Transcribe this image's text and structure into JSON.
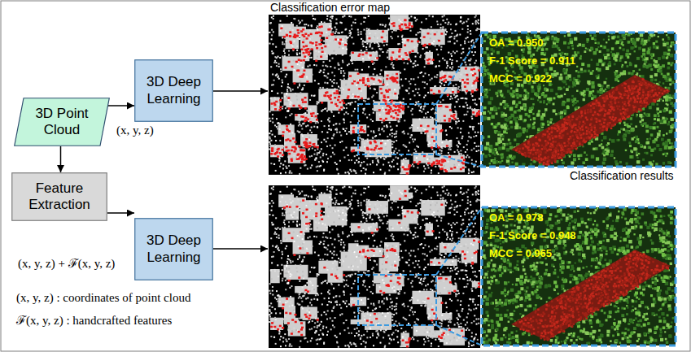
{
  "diagram": {
    "nodes": [
      {
        "text": [
          "3D Point Cloud"
        ]
      },
      {
        "text": [
          "3D Deep Learning"
        ]
      },
      {
        "text": [
          "Feature Extraction"
        ]
      },
      {
        "text": [
          "3D Deep Learning"
        ]
      }
    ],
    "edges": [
      {
        "from": 0,
        "to": 1,
        "arrow": "to",
        "label": "(x, y, z)"
      },
      {
        "from": 0,
        "to": 2,
        "arrow": "to"
      },
      {
        "from": 2,
        "to": 3,
        "arrow": "to",
        "label": "(x, y, z) + ℱ(x, y, z)"
      }
    ],
    "labels": [
      "Classification error map",
      "OA = 0.950",
      "F-1 Score = 0.911",
      "MCC = 0.922",
      "Classification results",
      "OA = 0.978",
      "F-1 Score = 0.948",
      "MCC = 0.965",
      "(x, y, z) : coordinates of point cloud",
      "ℱ(x, y, z) : handcrafted features"
    ]
  }
}
